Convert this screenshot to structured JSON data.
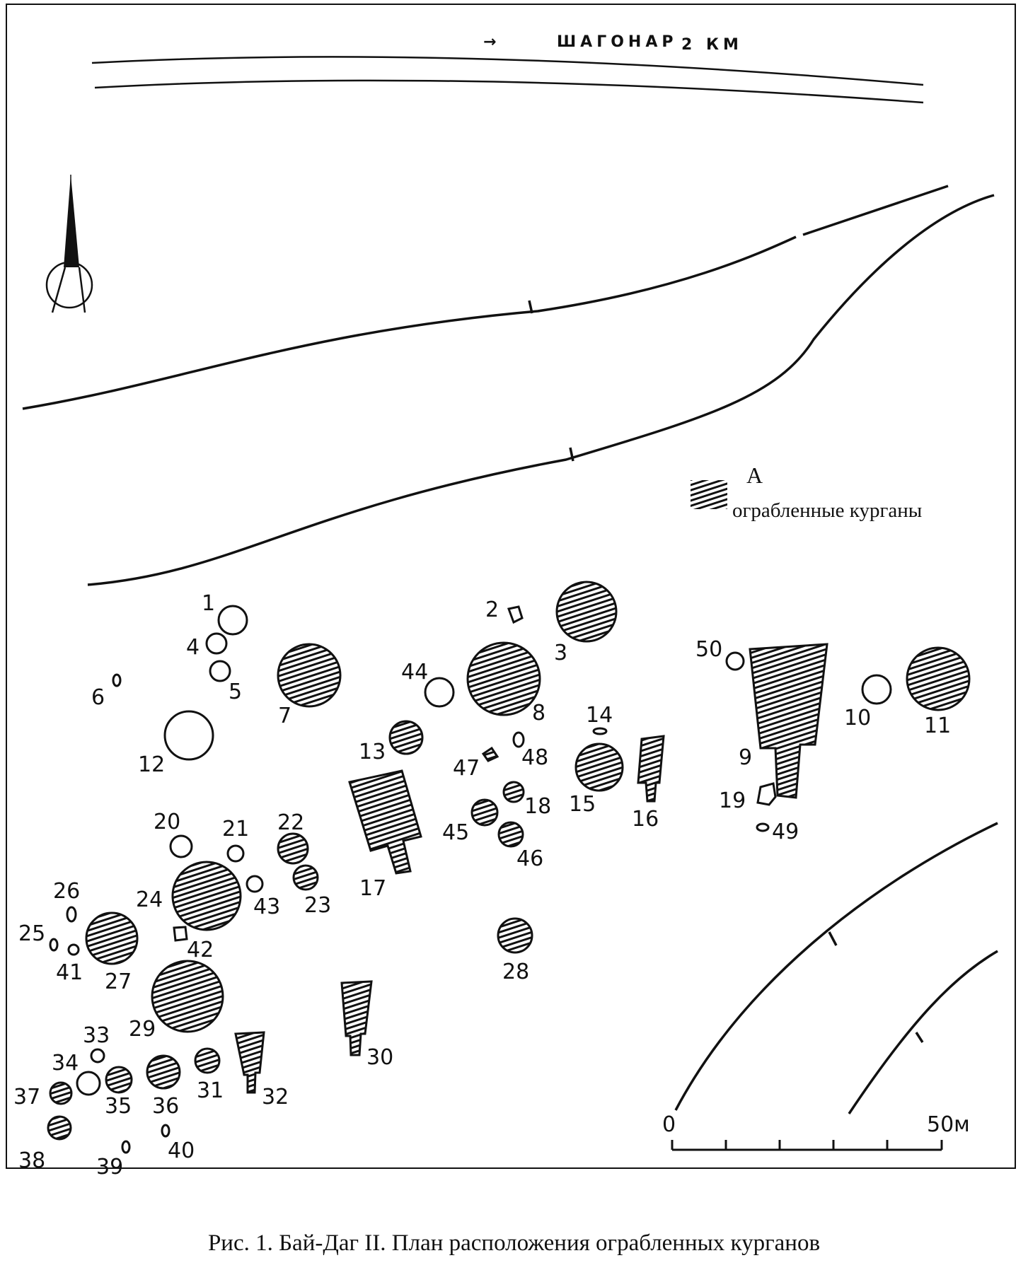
{
  "header": {
    "arrow": "→",
    "direction_text": "ШАГОНАР",
    "distance_text": "2 КМ"
  },
  "legend": {
    "letter": "А",
    "label": "ограбленные курганы"
  },
  "scale": {
    "zero_label": "0",
    "end_label": "50м"
  },
  "caption": "Рис. 1. Бай-Даг II. План расположения ограбленных курганов",
  "colors": {
    "ink": "#111111",
    "paper": "#ffffff"
  },
  "icons": {
    "north_arrow": "north-arrow-icon"
  },
  "kurgans": [
    {
      "id": "1",
      "label": "1",
      "robbed": false
    },
    {
      "id": "2",
      "label": "2",
      "robbed": false
    },
    {
      "id": "3",
      "label": "3",
      "robbed": true
    },
    {
      "id": "4",
      "label": "4",
      "robbed": false
    },
    {
      "id": "5",
      "label": "5",
      "robbed": false
    },
    {
      "id": "6",
      "label": "6",
      "robbed": false
    },
    {
      "id": "7",
      "label": "7",
      "robbed": true
    },
    {
      "id": "8",
      "label": "8",
      "robbed": true
    },
    {
      "id": "9",
      "label": "9",
      "robbed": true
    },
    {
      "id": "10",
      "label": "10",
      "robbed": false
    },
    {
      "id": "11",
      "label": "11",
      "robbed": true
    },
    {
      "id": "12",
      "label": "12",
      "robbed": false
    },
    {
      "id": "13",
      "label": "13",
      "robbed": true
    },
    {
      "id": "14",
      "label": "14",
      "robbed": false
    },
    {
      "id": "15",
      "label": "15",
      "robbed": true
    },
    {
      "id": "16",
      "label": "16",
      "robbed": true
    },
    {
      "id": "17",
      "label": "17",
      "robbed": true
    },
    {
      "id": "18",
      "label": "18",
      "robbed": true
    },
    {
      "id": "19",
      "label": "19",
      "robbed": false
    },
    {
      "id": "20",
      "label": "20",
      "robbed": false
    },
    {
      "id": "21",
      "label": "21",
      "robbed": false
    },
    {
      "id": "22",
      "label": "22",
      "robbed": true
    },
    {
      "id": "23",
      "label": "23",
      "robbed": true
    },
    {
      "id": "24",
      "label": "24",
      "robbed": true
    },
    {
      "id": "25",
      "label": "25",
      "robbed": false
    },
    {
      "id": "26",
      "label": "26",
      "robbed": false
    },
    {
      "id": "27",
      "label": "27",
      "robbed": true
    },
    {
      "id": "28",
      "label": "28",
      "robbed": true
    },
    {
      "id": "29",
      "label": "29",
      "robbed": true
    },
    {
      "id": "30",
      "label": "30",
      "robbed": true
    },
    {
      "id": "31",
      "label": "31",
      "robbed": true
    },
    {
      "id": "32",
      "label": "32",
      "robbed": true
    },
    {
      "id": "33",
      "label": "33",
      "robbed": false
    },
    {
      "id": "34",
      "label": "34",
      "robbed": false
    },
    {
      "id": "35",
      "label": "35",
      "robbed": true
    },
    {
      "id": "36",
      "label": "36",
      "robbed": true
    },
    {
      "id": "37",
      "label": "37",
      "robbed": true
    },
    {
      "id": "38",
      "label": "38",
      "robbed": true
    },
    {
      "id": "39",
      "label": "39",
      "robbed": false
    },
    {
      "id": "40",
      "label": "40",
      "robbed": false
    },
    {
      "id": "41",
      "label": "41",
      "robbed": false
    },
    {
      "id": "42",
      "label": "42",
      "robbed": false
    },
    {
      "id": "43",
      "label": "43",
      "robbed": false
    },
    {
      "id": "44",
      "label": "44",
      "robbed": false
    },
    {
      "id": "45",
      "label": "45",
      "robbed": true
    },
    {
      "id": "46",
      "label": "46",
      "robbed": true
    },
    {
      "id": "47",
      "label": "47",
      "robbed": true
    },
    {
      "id": "48",
      "label": "48",
      "robbed": false
    },
    {
      "id": "49",
      "label": "49",
      "robbed": false
    },
    {
      "id": "50",
      "label": "50",
      "robbed": false
    }
  ]
}
